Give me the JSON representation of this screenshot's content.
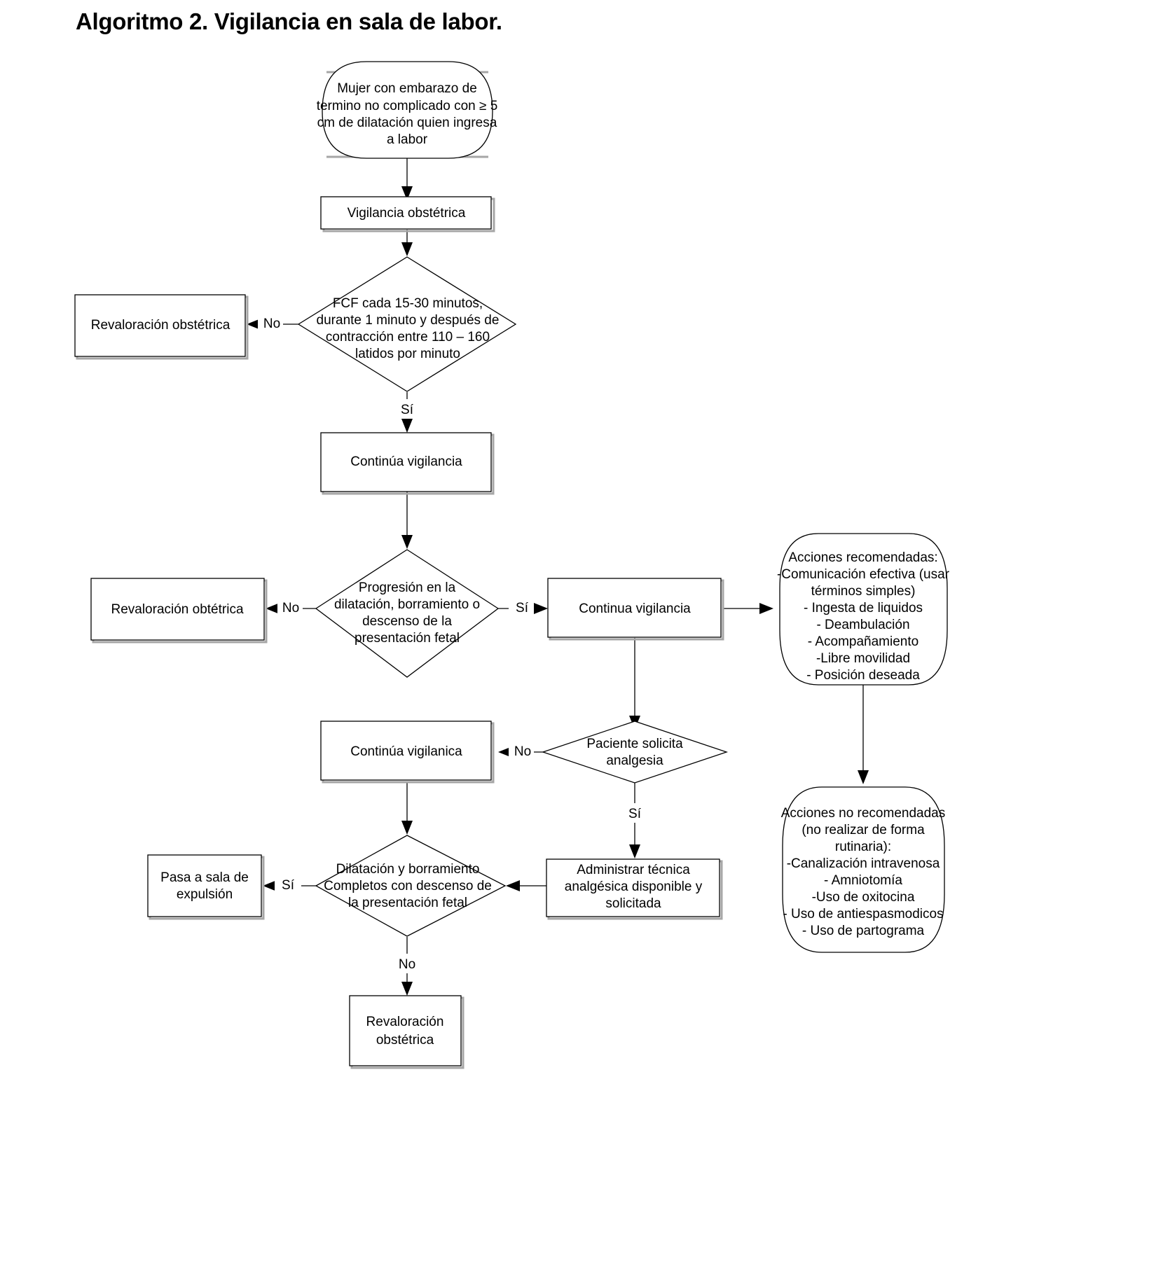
{
  "title": "Algoritmo 2. Vigilancia en sala de labor.",
  "chart_data": {
    "type": "diagram",
    "diagram_kind": "flowchart",
    "title": "Algoritmo 2. Vigilancia en sala de labor.",
    "nodes": [
      {
        "id": "start",
        "shape": "rounded-terminator",
        "lines": [
          "Mujer con embarazo de",
          "termino no complicado con ≥ 5",
          "cm de dilatación quien ingresa",
          "a labor"
        ]
      },
      {
        "id": "vigilancia-obstetrica",
        "shape": "rectangle",
        "lines": [
          "Vigilancia obstétrica"
        ]
      },
      {
        "id": "fcf-decision",
        "shape": "diamond",
        "lines": [
          "FCF cada 15-30 minutos,",
          "durante 1 minuto y después de",
          "contracción entre 110 – 160",
          "latidos por minuto"
        ]
      },
      {
        "id": "revaloracion-obstetrica-1",
        "shape": "rectangle",
        "lines": [
          "Revaloración obstétrica"
        ]
      },
      {
        "id": "continua-vigilancia-1",
        "shape": "rectangle",
        "lines": [
          "Continúa vigilancia"
        ]
      },
      {
        "id": "progresion-decision",
        "shape": "diamond",
        "lines": [
          "Progresión en la",
          "dilatación, borramiento o",
          "descenso de la",
          "presentación fetal"
        ]
      },
      {
        "id": "revaloracion-obtetrica-2",
        "shape": "rectangle",
        "lines": [
          "Revaloración obtétrica"
        ]
      },
      {
        "id": "continua-vigilancia-2",
        "shape": "rectangle",
        "lines": [
          "Continua vigilancia"
        ]
      },
      {
        "id": "acciones-recomendadas",
        "shape": "rounded-terminator",
        "lines": [
          "Acciones recomendadas:",
          "-Comunicación efectiva (usar",
          "términos simples)",
          "- Ingesta de liquidos",
          "- Deambulación",
          "- Acompañamiento",
          "-Libre movilidad",
          "- Posición deseada"
        ]
      },
      {
        "id": "acciones-no-recomendadas",
        "shape": "rounded-terminator",
        "lines": [
          "Acciones no recomendadas",
          "(no realizar de forma",
          "rutinaria):",
          "-Canalización intravenosa",
          "- Amniotomía",
          "-Uso de oxitocina",
          "- Uso de antiespasmodicos",
          "- Uso de partograma"
        ]
      },
      {
        "id": "analgesia-decision",
        "shape": "diamond",
        "lines": [
          "Paciente solicita",
          "analgesia"
        ]
      },
      {
        "id": "continua-vigilanica-3",
        "shape": "rectangle",
        "lines": [
          "Continúa vigilanica"
        ]
      },
      {
        "id": "administrar-tecnica",
        "shape": "rectangle",
        "lines": [
          "Administrar técnica",
          "analgésica disponible y",
          "solicitada"
        ]
      },
      {
        "id": "dilatacion-decision",
        "shape": "diamond",
        "lines": [
          "Dilatación y borramiento",
          "Completos con descenso de",
          "la presentación fetal"
        ]
      },
      {
        "id": "pasa-sala-expulsion",
        "shape": "rectangle",
        "lines": [
          "Pasa a sala de",
          "expulsión"
        ]
      },
      {
        "id": "revaloracion-obstetrica-3",
        "shape": "rectangle",
        "lines": [
          "Revaloración",
          "obstétrica"
        ]
      }
    ],
    "edges": [
      {
        "from": "start",
        "to": "vigilancia-obstetrica",
        "label": ""
      },
      {
        "from": "vigilancia-obstetrica",
        "to": "fcf-decision",
        "label": ""
      },
      {
        "from": "fcf-decision",
        "to": "revaloracion-obstetrica-1",
        "label": "No"
      },
      {
        "from": "fcf-decision",
        "to": "continua-vigilancia-1",
        "label": "Sí"
      },
      {
        "from": "continua-vigilancia-1",
        "to": "progresion-decision",
        "label": ""
      },
      {
        "from": "progresion-decision",
        "to": "revaloracion-obtetrica-2",
        "label": "No"
      },
      {
        "from": "progresion-decision",
        "to": "continua-vigilancia-2",
        "label": "Sí"
      },
      {
        "from": "continua-vigilancia-2",
        "to": "acciones-recomendadas",
        "label": ""
      },
      {
        "from": "acciones-recomendadas",
        "to": "acciones-no-recomendadas",
        "label": ""
      },
      {
        "from": "continua-vigilancia-2",
        "to": "analgesia-decision",
        "label": ""
      },
      {
        "from": "analgesia-decision",
        "to": "continua-vigilanica-3",
        "label": "No"
      },
      {
        "from": "analgesia-decision",
        "to": "administrar-tecnica",
        "label": "Sí"
      },
      {
        "from": "continua-vigilanica-3",
        "to": "dilatacion-decision",
        "label": ""
      },
      {
        "from": "administrar-tecnica",
        "to": "dilatacion-decision",
        "label": ""
      },
      {
        "from": "dilatacion-decision",
        "to": "pasa-sala-expulsion",
        "label": "Sí"
      },
      {
        "from": "dilatacion-decision",
        "to": "revaloracion-obstetrica-3",
        "label": "No"
      }
    ],
    "edge_labels": [
      "No",
      "Sí",
      "No",
      "Sí",
      "No",
      "Sí",
      "Sí",
      "No"
    ],
    "colors": {
      "stroke": "#000000",
      "fill": "#ffffff",
      "shadow": "#a6a6a6",
      "text": "#000000"
    }
  }
}
